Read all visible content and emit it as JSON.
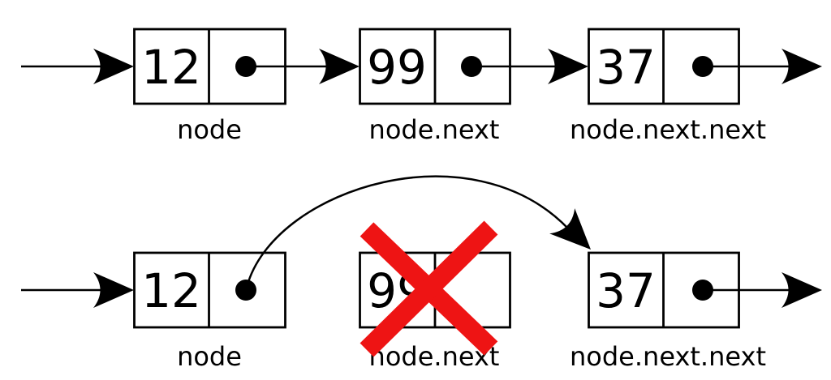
{
  "diagram": {
    "kind": "linked-list-node-deletion",
    "colors": {
      "stroke": "#000000",
      "delete_mark": "#ee1414",
      "background": "#ffffff"
    },
    "rows": [
      {
        "id": "before",
        "nodes": [
          {
            "value": "12",
            "label": "node",
            "has_pointer_dot": true
          },
          {
            "value": "99",
            "label": "node.next",
            "has_pointer_dot": true
          },
          {
            "value": "37",
            "label": "node.next.next",
            "has_pointer_dot": true
          }
        ]
      },
      {
        "id": "after",
        "nodes": [
          {
            "value": "12",
            "label": "node",
            "has_pointer_dot": true
          },
          {
            "value": "99",
            "label": "node.next",
            "has_pointer_dot": false,
            "crossed_out": true
          },
          {
            "value": "37",
            "label": "node.next.next",
            "has_pointer_dot": true
          }
        ]
      }
    ]
  }
}
